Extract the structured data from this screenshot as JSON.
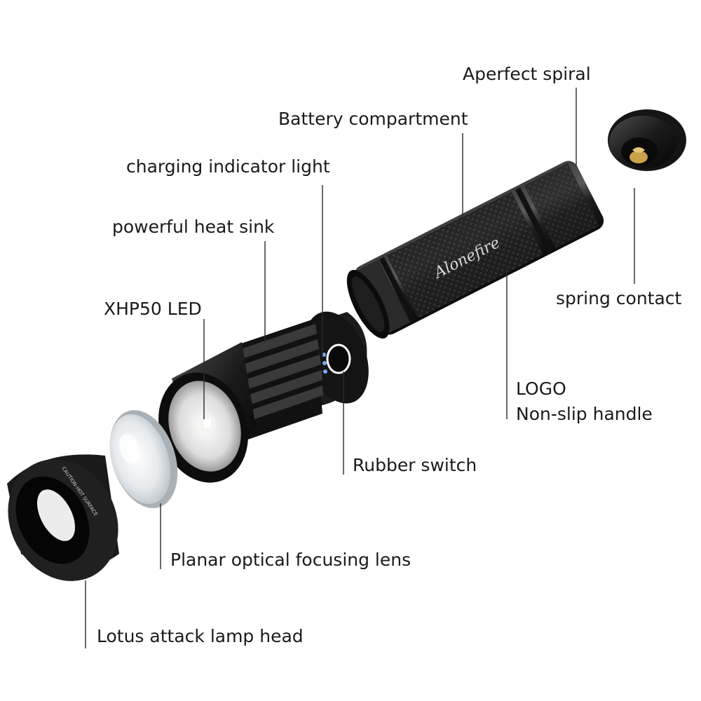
{
  "labels": {
    "spiral": "Aperfect spiral",
    "battery": "Battery compartment",
    "charging": "charging indicator light",
    "heat_sink": "powerful heat sink",
    "spring": "spring contact",
    "led": "XHP50 LED",
    "logo": "LOGO",
    "handle": "Non-slip handle",
    "switch": "Rubber switch",
    "lens": "Planar optical focusing lens",
    "lamp_head": "Lotus attack lamp head"
  },
  "brand": {
    "logo_text": "Alonefire",
    "bezel_warning": "CAUTION-HOT SURFACE"
  },
  "colors": {
    "body": "#1b1b1b",
    "body_highlight": "#4a4a4a",
    "brass": "#c9a24a",
    "led": "#f4f4f0",
    "indicator_blue": "#7aa6ff"
  }
}
